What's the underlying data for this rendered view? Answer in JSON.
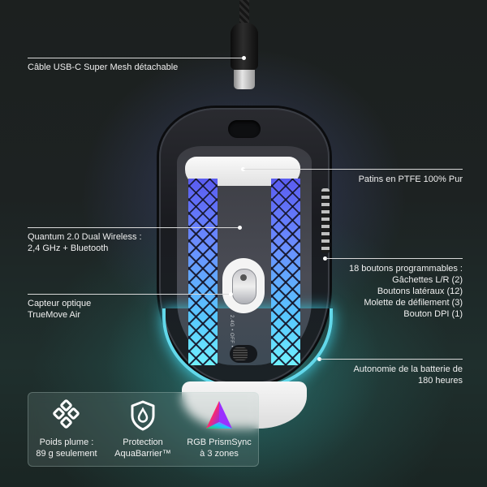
{
  "callouts": {
    "cable": "Câble USB-C Super Mesh détachable",
    "feet": "Patins en PTFE 100% Pur",
    "wireless": [
      "Quantum 2.0 Dual Wireless :",
      "2,4 GHz + Bluetooth"
    ],
    "buttons": [
      "18 boutons programmables :",
      "Gâchettes L/R (2)",
      "Boutons latéraux (12)",
      "Molette de défilement (3)",
      "Bouton DPI (1)"
    ],
    "sensor": [
      "Capteur optique",
      "TrueMove Air"
    ],
    "battery": [
      "Autonomie de la batterie de",
      "180 heures"
    ]
  },
  "mouse": {
    "switch_labels": "2.4G • OFF • BT •"
  },
  "features": [
    {
      "icon": "diamond-cluster-icon",
      "lines": [
        "Poids plume :",
        "89 g seulement"
      ]
    },
    {
      "icon": "shield-water-drop-icon",
      "lines": [
        "Protection",
        "AquaBarrier™"
      ]
    },
    {
      "icon": "rgb-prism-icon",
      "lines": [
        "RGB PrismSync",
        "à 3 zones"
      ]
    }
  ],
  "colors": {
    "background": "#1b1f1f",
    "rgb_glow_blue": "#5a5cf0",
    "rgb_glow_cyan": "#62d8ea",
    "text": "#f0f0f0"
  }
}
